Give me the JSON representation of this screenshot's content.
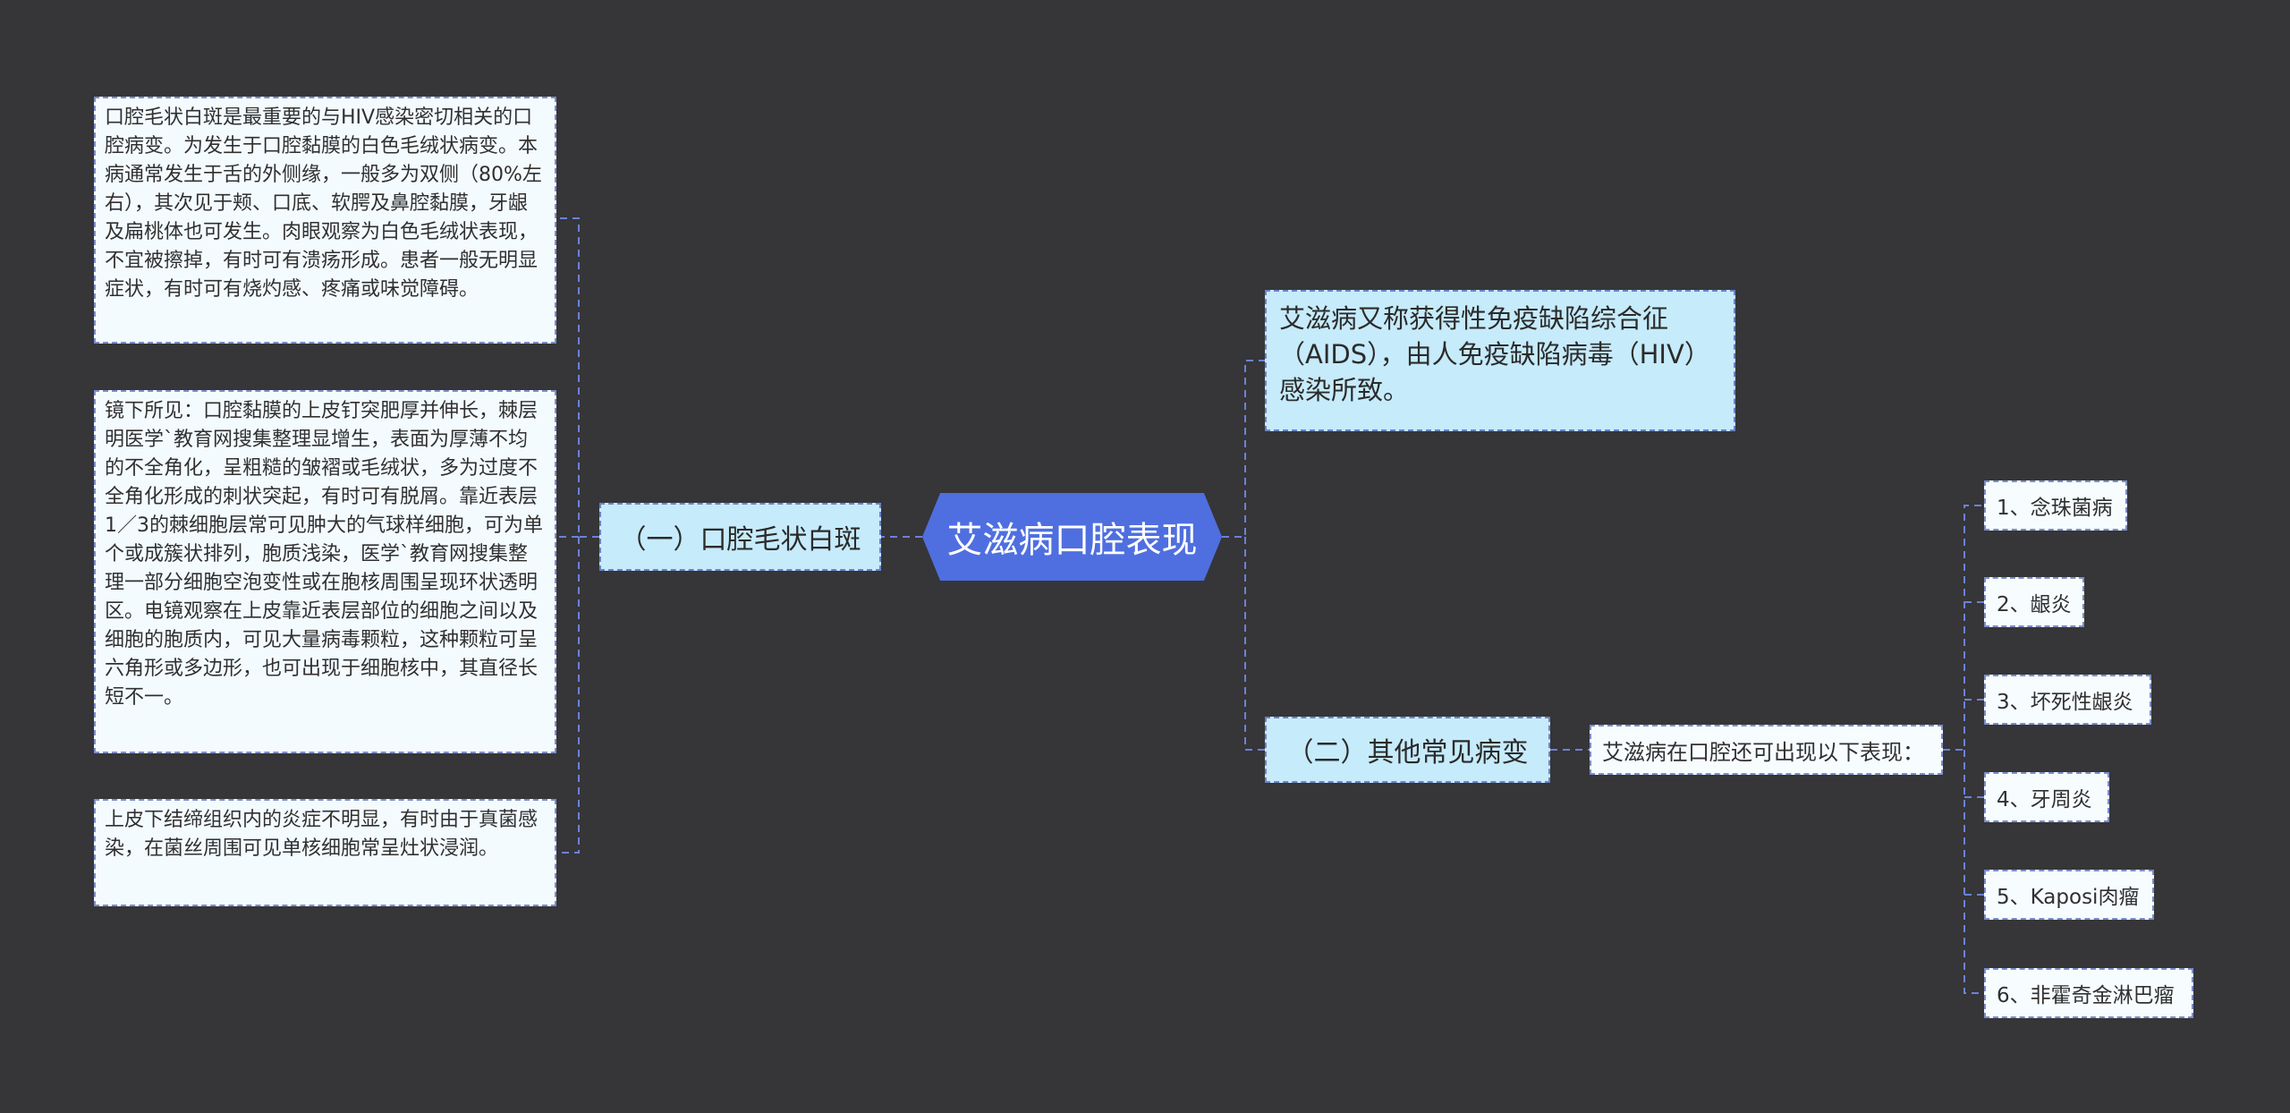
{
  "root": {
    "label": "艾滋病口腔表现"
  },
  "left": {
    "branch_label": "（一）口腔毛状白斑",
    "texts": [
      "口腔毛状白斑是最重要的与HIV感染密切相关的口腔病变。为发生于口腔黏膜的白色毛绒状病变。本病通常发生于舌的外侧缘，一般多为双侧（80%左右），其次见于颊、口底、软腭及鼻腔黏膜，牙龈及扁桃体也可发生。肉眼观察为白色毛绒状表现，不宜被擦掉，有时可有溃疡形成。患者一般无明显症状，有时可有烧灼感、疼痛或味觉障碍。",
      "镜下所见：口腔黏膜的上皮钉突肥厚并伸长，棘层明医学`教育网搜集整理显增生，表面为厚薄不均的不全角化，呈粗糙的皱褶或毛绒状，多为过度不全角化形成的刺状突起，有时可有脱屑。靠近表层1／3的棘细胞层常可见肿大的气球样细胞，可为单个或成簇状排列，胞质浅染，医学`教育网搜集整理一部分细胞空泡变性或在胞核周围呈现环状透明区。电镜观察在上皮靠近表层部位的细胞之间以及细胞的胞质内，可见大量病毒颗粒，这种颗粒可呈六角形或多边形，也可出现于细胞核中，其直径长短不一。",
      "上皮下结缔组织内的炎症不明显，有时由于真菌感染，在菌丝周围可见单核细胞常呈灶状浸润。"
    ]
  },
  "right": {
    "definition": "艾滋病又称获得性免疫缺陷综合征（AIDS），由人免疫缺陷病毒（HIV）感染所致。",
    "branch_label": "（二）其他常见病变",
    "sub_label": "艾滋病在口腔还可出现以下表现：",
    "items": [
      "1、念珠菌病",
      "2、龈炎",
      "3、坏死性龈炎",
      "4、牙周炎",
      "5、Kaposi肉瘤",
      "6、非霍奇金淋巴瘤"
    ]
  },
  "colors": {
    "background": "#363538",
    "root_fill": "#4f6fe0",
    "node_fill": "#c6ebfb",
    "leaf_fill": "#f4fbff",
    "connector": "#6b82d8"
  }
}
